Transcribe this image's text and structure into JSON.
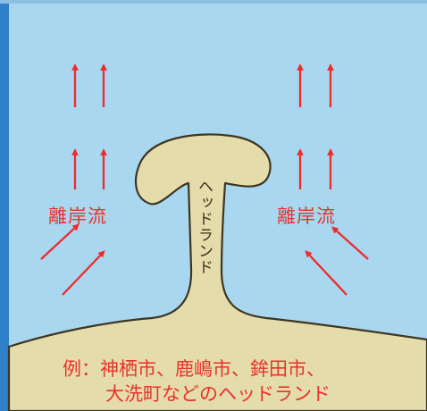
{
  "labels": {
    "rip_current_left": "離岸流",
    "rip_current_right": "離岸流",
    "headland": "ヘッドランド",
    "caption_line1": "例：神栖市、鹿嶋市、鉾田市、",
    "caption_line2": "大洗町などのヘッドランド"
  },
  "colors": {
    "sea": "#a9d7ef",
    "land": "#e5dcab",
    "outline": "#3d3522",
    "arrow": "#ee2b2b",
    "frame_left": "#2f7fc9",
    "label_red": "#e8322b"
  }
}
